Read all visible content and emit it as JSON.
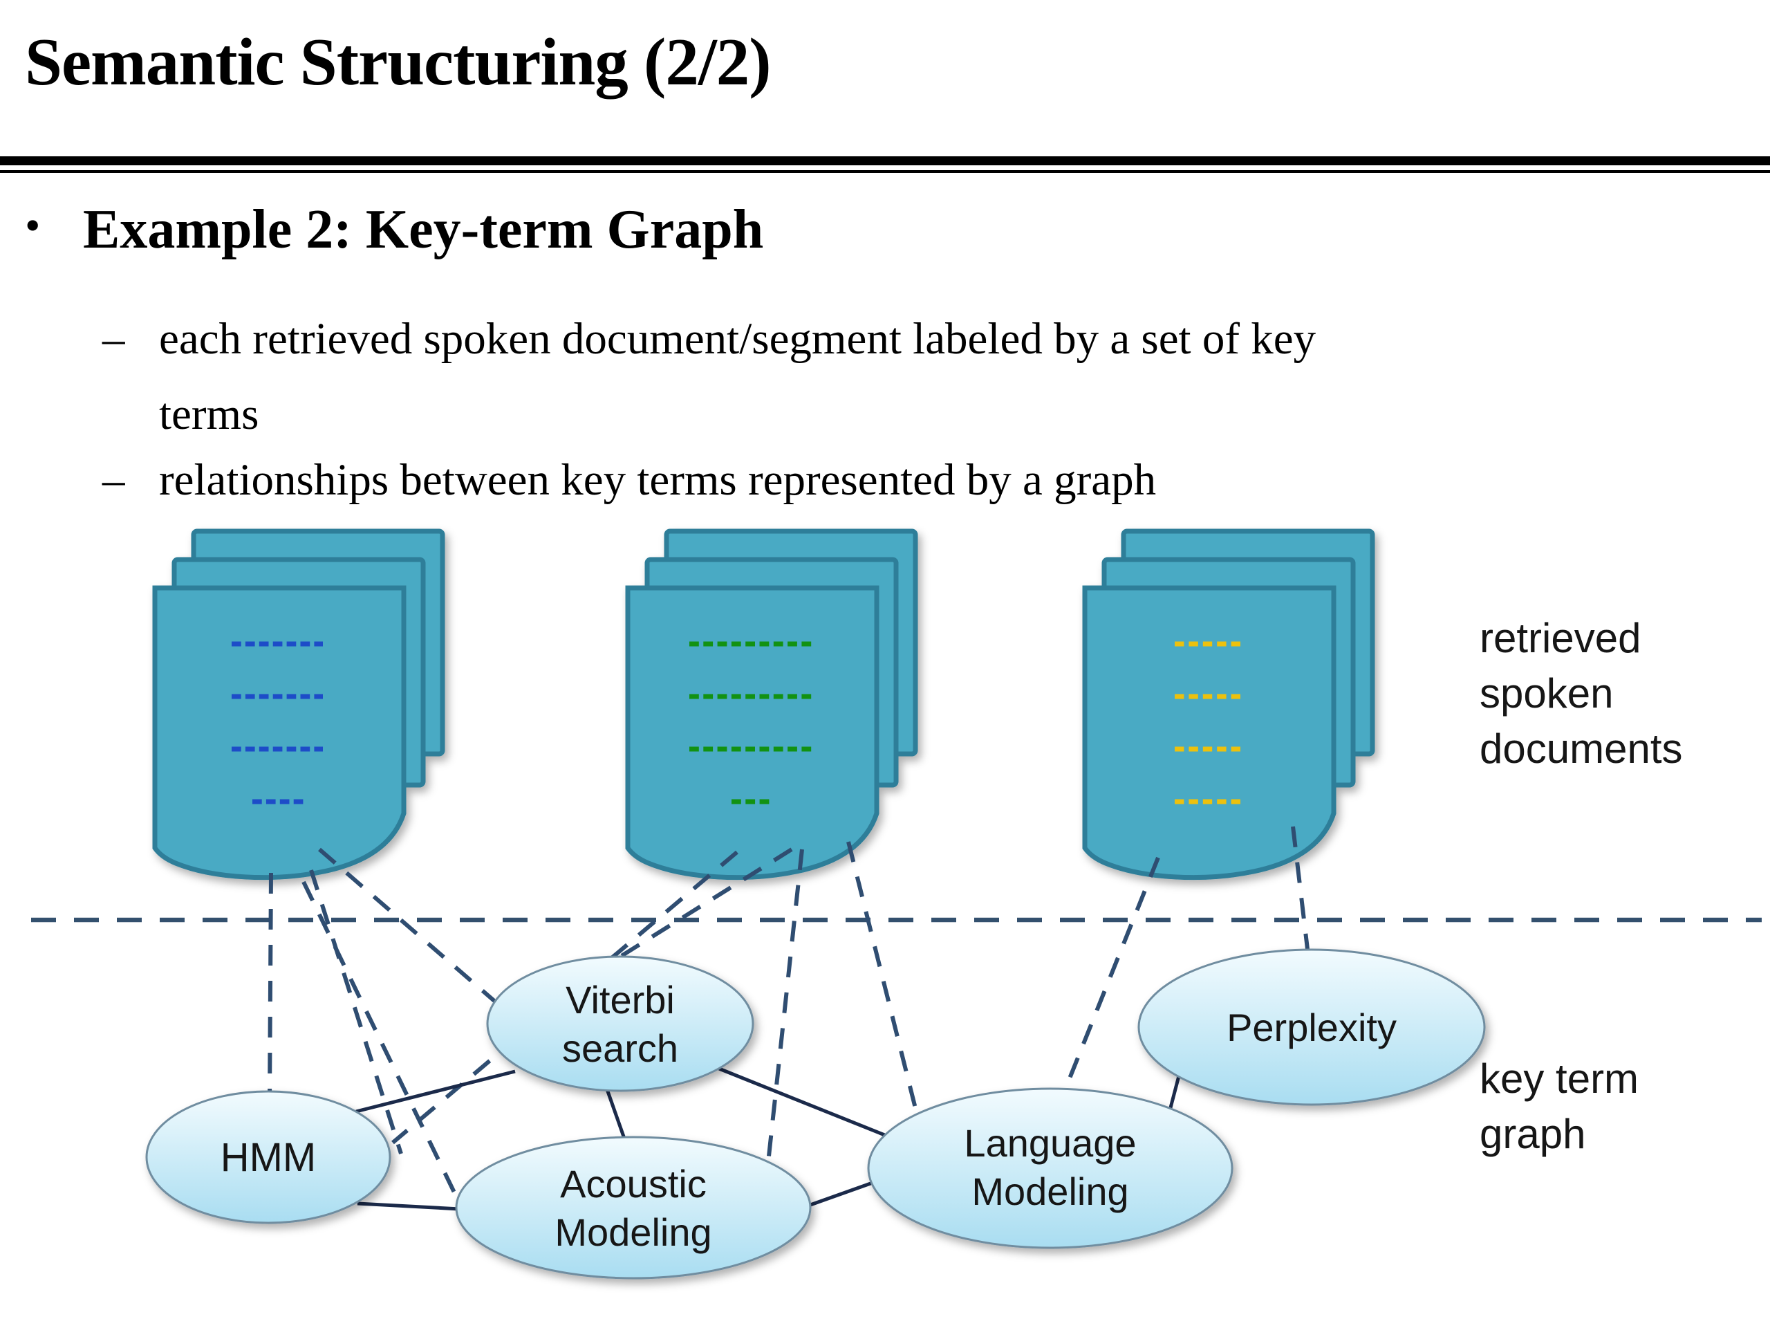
{
  "slide": {
    "title": "Semantic Structuring (2/2)",
    "bullet_marker": "•",
    "bullet_heading": "Example 2: Key-term Graph",
    "sub_bullet_marker": "–",
    "sub_bullets": [
      "each retrieved spoken document/segment labeled by a set of key terms",
      "relationships between key terms represented by a graph"
    ]
  },
  "diagram": {
    "doc_label_lines": [
      "retrieved",
      "spoken",
      "documents"
    ],
    "graph_label_lines": [
      "key term",
      "graph"
    ],
    "nodes": {
      "viterbi": {
        "line1": "Viterbi",
        "line2": "search"
      },
      "hmm": {
        "line1": "HMM"
      },
      "acoustic": {
        "line1": "Acoustic",
        "line2": "Modeling"
      },
      "language": {
        "line1": "Language",
        "line2": "Modeling"
      },
      "perplexity": {
        "line1": "Perplexity"
      }
    },
    "colors": {
      "document_fill": "#4aaac4",
      "document_border": "#2e7e99",
      "dash_blue": "#1d4cc8",
      "dash_green": "#129212",
      "dash_yellow": "#edc10d",
      "connector_dashed": "#2f4d71",
      "divider_dashed": "#33506e",
      "edge_solid": "#1b2a4a",
      "node_fill_top": "#eef9fd",
      "node_fill_bottom": "#a9ddf1",
      "node_border": "#708da0"
    }
  }
}
